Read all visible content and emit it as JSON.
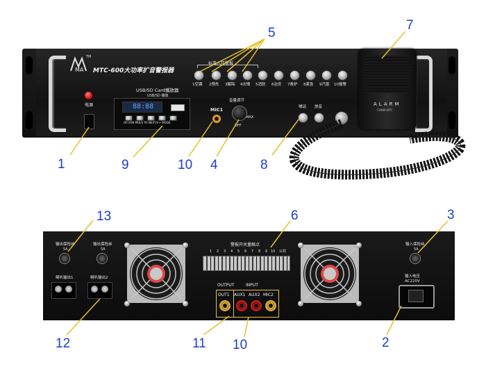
{
  "front": {
    "logo": "MA",
    "logo_tm": "TM",
    "model_title": "MTC-600大功率扩音警报器",
    "power_label": "电源",
    "usb_title": "USB/SD Card播放器",
    "usb_subtitle": "USB/SD 播放",
    "usb_lcd": "88:88",
    "usb_buttons": "OFF/ON  PRE/V     P/I    NEXT/V+   MODE",
    "mic1_label": "MIC1",
    "volume_label": "音量调节",
    "volume_min": "OFF",
    "volume_max": "MAX",
    "preset_header": "标准人防警报",
    "preset_buttons": [
      "1空袭",
      "2预先",
      "3解除",
      "4灾情",
      "5消防",
      "6治安",
      "7救护",
      "8紧急",
      "9汽笛",
      "10报警"
    ],
    "left_buttons": [
      "喊话",
      "放音"
    ],
    "mic_brand": "ALARM",
    "mic_sub": "CHINA·MTC"
  },
  "back": {
    "fuse_left_1": "输出保险丝",
    "fuse_left_1_value": "5A",
    "fuse_left_2": "输出保险丝",
    "fuse_left_2_value": "5A",
    "spk_out_1": "喇叭输出1",
    "spk_out_2": "喇叭输出2",
    "terminal_title": "警报开关量触点",
    "terminal_numbers": [
      "1",
      "2",
      "3",
      "4",
      "5",
      "6",
      "7",
      "8",
      "9",
      "10",
      "公共"
    ],
    "output_label": "OUTPUT",
    "input_label": "INPUT",
    "jack_labels": [
      "OUT1",
      "AUX1",
      "AUX2",
      "MIC2"
    ],
    "fuse_right": "输入保险丝",
    "fuse_right_value": "5A",
    "power_in_label": "输入电压",
    "power_in_value": "AC220V"
  },
  "callouts": [
    "1",
    "2",
    "3",
    "4",
    "5",
    "6",
    "7",
    "8",
    "9",
    "10",
    "11",
    "12",
    "13",
    "10"
  ],
  "colors": {
    "callout": "#1a3fc8",
    "panel": "#181818",
    "led_red": "#e02020"
  }
}
